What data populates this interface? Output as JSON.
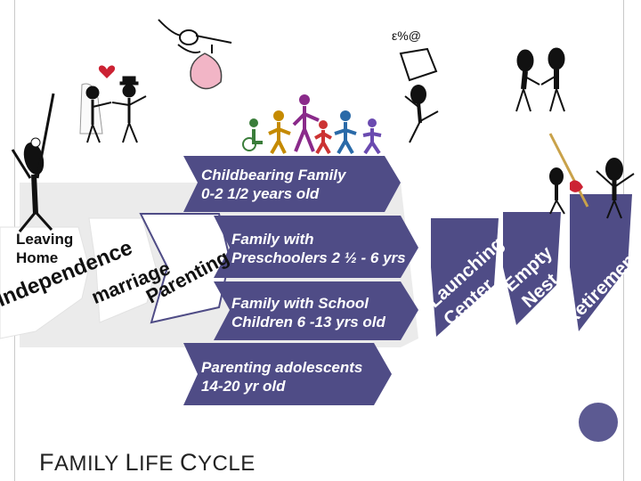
{
  "stages": {
    "independence": "Independence",
    "marriage": "marriage",
    "parenting": "Parenting",
    "launching": "Launching",
    "center": "Center",
    "empty": "Empty",
    "nest": "Nest",
    "retirement": "Retirement"
  },
  "labels": {
    "leaving_home": "Leaving\nHome",
    "childbearing": "Childbearing Family\n0-2 1/2 years old",
    "preschoolers": "Family with\nPreschoolers 2 ½ - 6 yrs",
    "school": "Family with School\nChildren 6 -13 yrs old",
    "adolescents": "Parenting adolescents\n14-20 yr old"
  },
  "title": {
    "f": "F",
    "amily": "AMILY ",
    "l": "L",
    "ife": "IFE ",
    "c": "C",
    "ycle": "YCLE"
  },
  "colors": {
    "shape_fill": "#4f4c86",
    "bullet_fill": "#5c5a92",
    "arrow_gray": "#ebebeb",
    "heart": "#cc2233",
    "baby": "#f2b5c6"
  }
}
